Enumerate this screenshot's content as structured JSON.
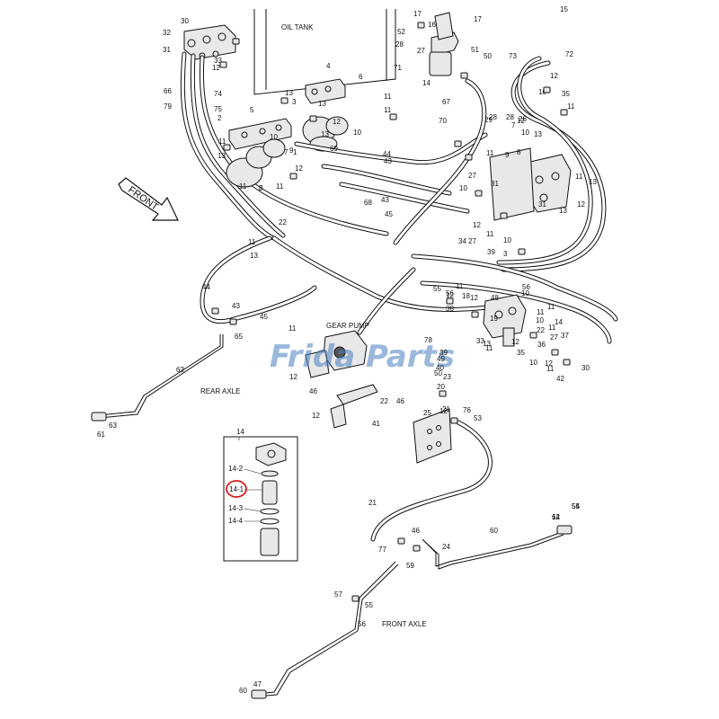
{
  "captions": {
    "oil_tank": "OIL TANK",
    "front": "FRONT",
    "gear_pump": "GEAR PUMP",
    "rear_axle": "REAR AXLE",
    "front_axle": "FRONT AXLE"
  },
  "watermark": "Frida Parts",
  "inset": {
    "title": "14",
    "labels": [
      "14-2",
      "14-1",
      "14-3",
      "14-4"
    ],
    "highlighted": "14-1",
    "highlight_color": "#d62020"
  },
  "part_labels": [
    "30",
    "32",
    "31",
    "66",
    "79",
    "74",
    "75",
    "12",
    "33",
    "4",
    "6",
    "13",
    "3",
    "11",
    "11",
    "5",
    "2",
    "10",
    "8",
    "7",
    "1",
    "11",
    "13",
    "12",
    "9",
    "8",
    "11",
    "11",
    "13",
    "10",
    "13",
    "12",
    "17",
    "16",
    "17",
    "28",
    "52",
    "27",
    "71",
    "14",
    "51",
    "50",
    "29",
    "15",
    "73",
    "72",
    "12",
    "35",
    "11",
    "10",
    "67",
    "28",
    "70",
    "28",
    "12",
    "26",
    "13",
    "44",
    "43",
    "69",
    "68",
    "43",
    "45",
    "27",
    "11",
    "10",
    "31",
    "34",
    "27",
    "11",
    "10",
    "13",
    "12",
    "39",
    "3",
    "8",
    "7",
    "9",
    "10",
    "11",
    "12",
    "13",
    "31",
    "22",
    "11",
    "13",
    "44",
    "43",
    "45",
    "65",
    "62",
    "63",
    "61",
    "64",
    "55",
    "56",
    "55",
    "56",
    "18",
    "12",
    "11",
    "12",
    "48",
    "10",
    "11",
    "11",
    "10",
    "22",
    "19",
    "11",
    "14",
    "27",
    "37",
    "36",
    "12",
    "33",
    "11",
    "35",
    "10",
    "11",
    "42",
    "30",
    "38",
    "13",
    "12",
    "39",
    "40",
    "11",
    "46",
    "12",
    "78",
    "49",
    "50",
    "20",
    "23",
    "22",
    "46",
    "21",
    "25",
    "76",
    "53",
    "12",
    "41",
    "12",
    "21",
    "46",
    "24",
    "77",
    "59",
    "60",
    "12",
    "54",
    "57",
    "55",
    "56",
    "47",
    "60",
    "58",
    "55",
    "56"
  ]
}
